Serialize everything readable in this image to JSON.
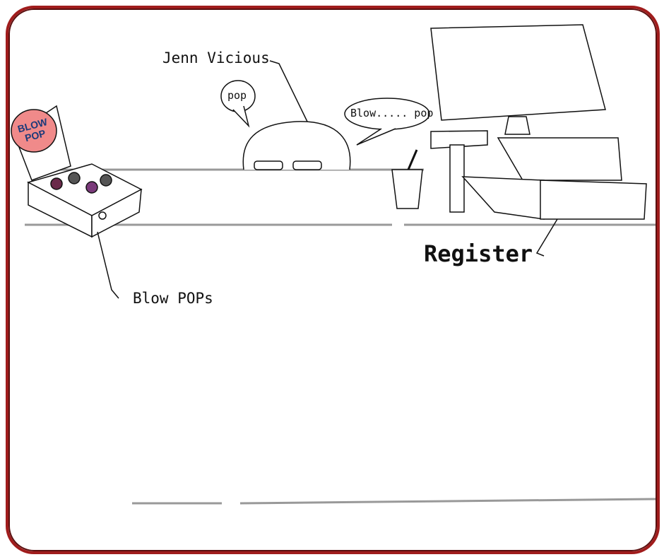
{
  "labels": {
    "character": "Jenn Vicious",
    "candy": "Blow POPs",
    "register": "Register"
  },
  "bubbles": {
    "left": "pop",
    "right": "Blow..... pop"
  },
  "box_logo": "BLOW POP",
  "colors": {
    "frame": "#a01c1c",
    "counter": "#999999",
    "logo_pink": "#f08a8a",
    "logo_blue": "#1b3a7a"
  }
}
